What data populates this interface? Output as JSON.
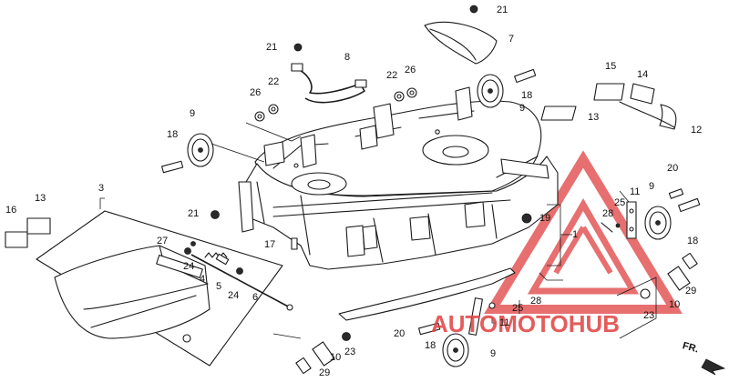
{
  "diagram": {
    "part_numbers": [
      {
        "id": "p21a",
        "label": "21"
      },
      {
        "id": "p7",
        "label": "7"
      },
      {
        "id": "p21b",
        "label": "21"
      },
      {
        "id": "p8",
        "label": "8"
      },
      {
        "id": "p22a",
        "label": "22"
      },
      {
        "id": "p26a",
        "label": "26"
      },
      {
        "id": "p22b",
        "label": "22"
      },
      {
        "id": "p26b",
        "label": "26"
      },
      {
        "id": "p18a",
        "label": "18"
      },
      {
        "id": "p9a",
        "label": "9"
      },
      {
        "id": "p15",
        "label": "15"
      },
      {
        "id": "p14",
        "label": "14"
      },
      {
        "id": "p13a",
        "label": "13"
      },
      {
        "id": "p12",
        "label": "12"
      },
      {
        "id": "p9b",
        "label": "9"
      },
      {
        "id": "p18b",
        "label": "18"
      },
      {
        "id": "p3",
        "label": "3"
      },
      {
        "id": "p16",
        "label": "16"
      },
      {
        "id": "p13b",
        "label": "13"
      },
      {
        "id": "p21c",
        "label": "21"
      },
      {
        "id": "p27",
        "label": "27"
      },
      {
        "id": "p24a",
        "label": "24"
      },
      {
        "id": "p4",
        "label": "4"
      },
      {
        "id": "p5",
        "label": "5"
      },
      {
        "id": "p24b",
        "label": "24"
      },
      {
        "id": "p6",
        "label": "6"
      },
      {
        "id": "p17",
        "label": "17"
      },
      {
        "id": "p19",
        "label": "19"
      },
      {
        "id": "p1",
        "label": "1"
      },
      {
        "id": "p11a",
        "label": "11"
      },
      {
        "id": "p25a",
        "label": "25"
      },
      {
        "id": "p28a",
        "label": "28"
      },
      {
        "id": "p9c",
        "label": "9"
      },
      {
        "id": "p20a",
        "label": "20"
      },
      {
        "id": "p18c",
        "label": "18"
      },
      {
        "id": "p28b",
        "label": "28"
      },
      {
        "id": "p25b",
        "label": "25"
      },
      {
        "id": "p11b",
        "label": "11"
      },
      {
        "id": "p20b",
        "label": "20"
      },
      {
        "id": "p18d",
        "label": "18"
      },
      {
        "id": "p9d",
        "label": "9"
      },
      {
        "id": "p23a",
        "label": "23"
      },
      {
        "id": "p10a",
        "label": "10"
      },
      {
        "id": "p29a",
        "label": "29"
      },
      {
        "id": "p23b",
        "label": "23"
      },
      {
        "id": "p10b",
        "label": "10"
      },
      {
        "id": "p29b",
        "label": "29"
      }
    ],
    "direction_label": "FR.",
    "watermark": {
      "text": "AUTOMOTOHUB",
      "color": "#e04040"
    }
  }
}
